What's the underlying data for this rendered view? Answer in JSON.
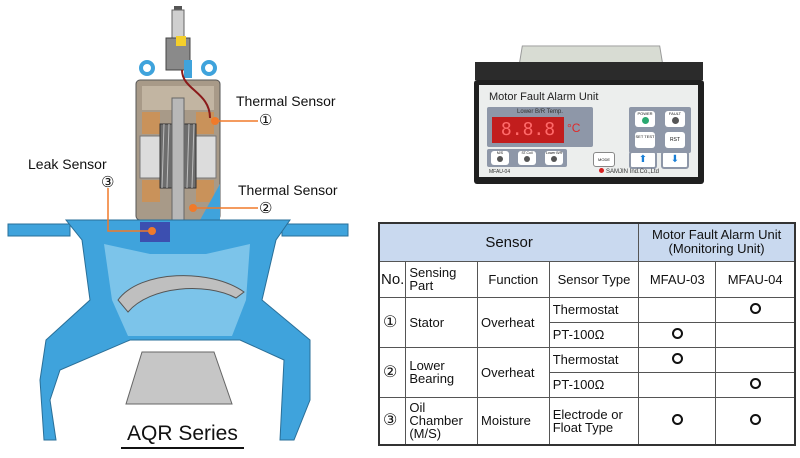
{
  "diagram": {
    "series_label": "AQR Series",
    "callouts": [
      {
        "label": "Thermal Sensor",
        "number": "①"
      },
      {
        "label": "Thermal Sensor",
        "number": "②"
      },
      {
        "label": "Leak Sensor",
        "number": "③"
      }
    ],
    "colors": {
      "pump_blue": "#3fa3dc",
      "callout_orange": "#f07a2a",
      "header_blue": "#c9d9ef"
    }
  },
  "device": {
    "title": "Motor Fault Alarm Unit",
    "display_label": "Lower B/R Temp.",
    "display_value": "8.8.8",
    "unit": "°C",
    "buttons": {
      "power": "POWER",
      "fault": "FAULT",
      "set_test": "SET TEST",
      "rst": "RST",
      "ms": "M/S",
      "st_coil": "ST.Coil",
      "lower_br": "Lower B/R",
      "mode": "MODE"
    },
    "model": "MFAU-04",
    "maker": "SAMJIN Ind.Co.,Ltd"
  },
  "table": {
    "header_sensor": "Sensor",
    "header_unit_line1": "Motor Fault Alarm Unit",
    "header_unit_line2": "(Monitoring Unit)",
    "columns": [
      "No.",
      "Sensing Part",
      "Function",
      "Sensor Type",
      "MFAU-03",
      "MFAU-04"
    ],
    "groups": [
      {
        "no": "①",
        "part": "Stator",
        "function": "Overheat",
        "rows": [
          {
            "type": "Thermostat",
            "mfau03": false,
            "mfau04": true
          },
          {
            "type": "PT-100Ω",
            "mfau03": true,
            "mfau04": false
          }
        ]
      },
      {
        "no": "②",
        "part": "Lower Bearing",
        "function": "Overheat",
        "rows": [
          {
            "type": "Thermostat",
            "mfau03": true,
            "mfau04": false
          },
          {
            "type": "PT-100Ω",
            "mfau03": false,
            "mfau04": true
          }
        ]
      },
      {
        "no": "③",
        "part": "Oil Chamber (M/S)",
        "function": "Moisture",
        "rows": [
          {
            "type": "Electrode or Float Type",
            "mfau03": true,
            "mfau04": true
          }
        ]
      }
    ],
    "mark_symbol": "○"
  }
}
